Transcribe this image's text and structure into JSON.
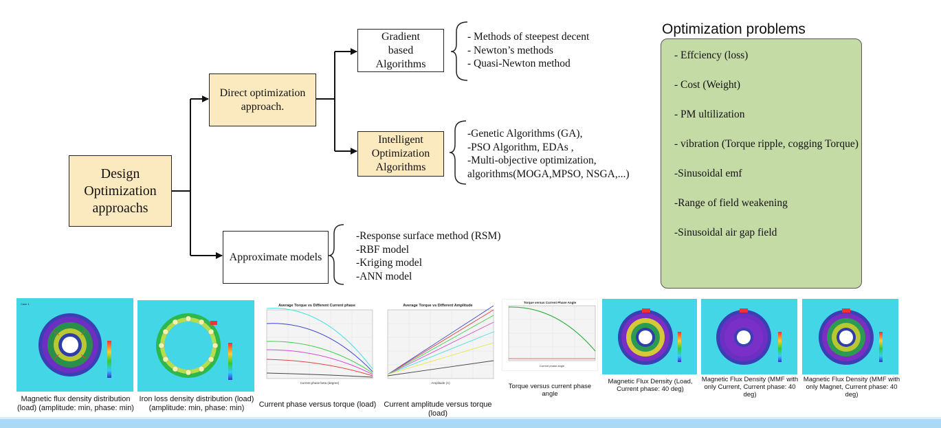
{
  "diagram": {
    "root": "Design Optimization approachs",
    "direct": "Direct optimization approach.",
    "approx": "Approximate models",
    "gradient": "Gradient based Algorithms",
    "intelligent": "Intelligent Optimization Algorithms",
    "gradient_items": [
      "- Methods of steepest decent",
      "- Newton’s methods",
      "- Quasi-Newton method"
    ],
    "intelligent_items": [
      "-Genetic  Algorithms (GA),",
      "-PSO Algorithm, EDAs ,",
      "-Multi-objective optimization,",
      "algorithms(MOGA,MPSO, NSGA,...)"
    ],
    "approx_items": [
      "-Response surface method (RSM)",
      "-RBF model",
      "-Kriging model",
      "-ANN model"
    ]
  },
  "problems": {
    "title": "Optimization problems",
    "items": [
      "- Effciency (loss)",
      "- Cost (Weight)",
      "- PM ultilization",
      "- vibration (Torque ripple, cogging Torque)",
      "-Sinusoidal emf",
      "-Range of field weakening",
      "-Sinusoidal air gap field"
    ]
  },
  "thumbnails": [
    {
      "caption": "Magnetic flux density distribution (load) (amplitude: min, phase: min)"
    },
    {
      "caption": "Iron loss density distribution (load) (amplitude: min, phase: min)"
    },
    {
      "caption": "Current phase versus torque (load)",
      "chart_title": "Average Torque vs Different Current phase"
    },
    {
      "caption": "Current amplitude versus torque (load)",
      "chart_title": "Average Torque vs Different Amplitude"
    },
    {
      "caption": "Torque versus current phase angle",
      "chart_title": "Torque versus Current Phase Angle"
    },
    {
      "caption": "Magnetic Flux Density (Load, Current phase: 40 deg)"
    },
    {
      "caption": "Magnetic Flux Density (MMF with only Current, Current phase: 40 deg)"
    },
    {
      "caption": "Magnetic Flux Density (MMF with only Magnet, Current phase: 40 deg)"
    }
  ],
  "colors": {
    "yellow_box": "#fbe9bf",
    "green_panel": "#c5dba6",
    "sim_bg": "#43d6e6",
    "bottom_bar": "#a9d9f7"
  }
}
